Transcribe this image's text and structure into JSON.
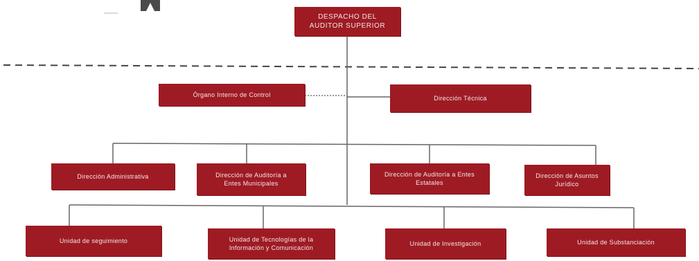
{
  "org_chart": {
    "top": {
      "line1": "DESPACHO DEL",
      "line2": "AUDITOR SUPERIOR"
    },
    "level1": {
      "left": "Órgano Interno de Control",
      "right": "Dirección Técnica"
    },
    "level2": [
      {
        "line1": "Dirección Administrativa",
        "line2": ""
      },
      {
        "line1": "Dirección de Auditoría a",
        "line2": "Entes Municipales"
      },
      {
        "line1": "Dirección de Auditoría a Entes",
        "line2": "Estatales"
      },
      {
        "line1": "Dirección de Asuntos",
        "line2": "Jurídico"
      }
    ],
    "level3": [
      {
        "line1": "Unidad de seguimiento",
        "line2": ""
      },
      {
        "line1": "Unidad de Tecnologías de la",
        "line2": "Información y Comunicación"
      },
      {
        "line1": "Unidad de Investigación",
        "line2": ""
      },
      {
        "line1": "Unidad de Substanciación",
        "line2": ""
      }
    ]
  },
  "colors": {
    "box": "#9e1b24",
    "text": "#f4e6e6",
    "line": "#555555"
  }
}
